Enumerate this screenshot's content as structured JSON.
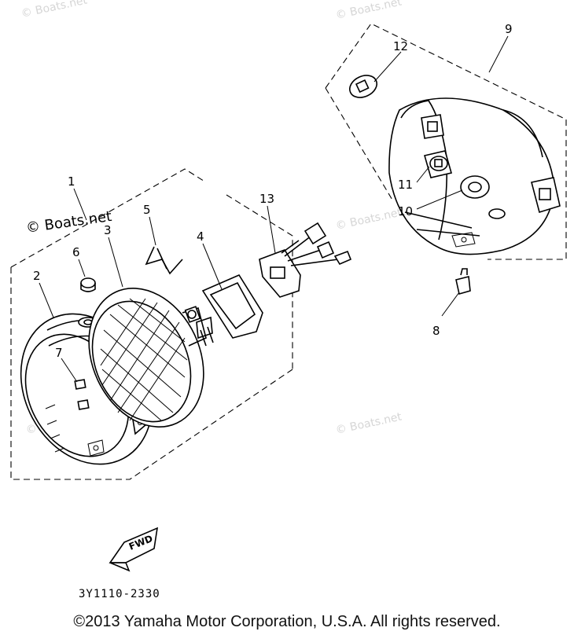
{
  "watermarks": {
    "boats_top_left": "© Boats.net",
    "boats_top_center": "© Boats.net",
    "boats_dark": "© Boats.net",
    "boats_mid_right": "© Boats.net",
    "boats_lower_left": "© Boats.net",
    "boats_lower_right": "© Boats.net"
  },
  "callouts": {
    "n1": "1",
    "n2": "2",
    "n3": "3",
    "n4": "4",
    "n5": "5",
    "n6": "6",
    "n7": "7",
    "n8": "8",
    "n9": "9",
    "n10": "10",
    "n11": "11",
    "n12": "12",
    "n13": "13"
  },
  "fwd_label": "FWD",
  "diagram_code": "3Y1110-2330",
  "copyright": "©2013 Yamaha Motor Corporation, U.S.A. All rights reserved."
}
